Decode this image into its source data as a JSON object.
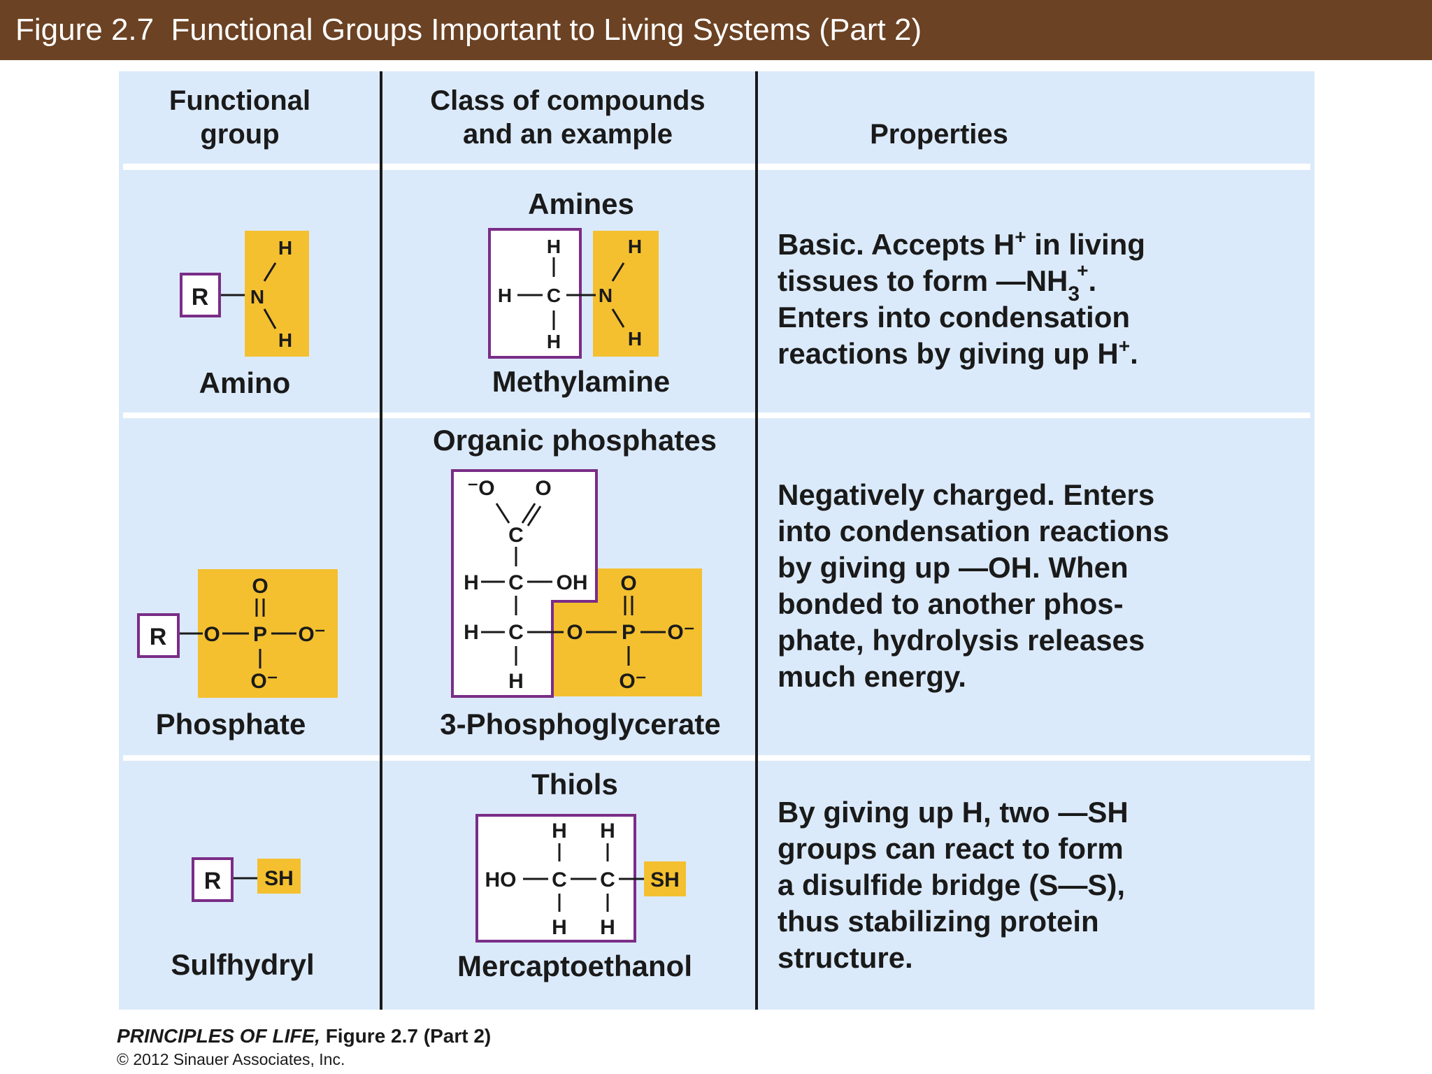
{
  "title": "Figure 2.7  Functional Groups Important to Living Systems (Part 2)",
  "headers": {
    "col1_line1": "Functional",
    "col1_line2": "group",
    "col2_line1": "Class of compounds",
    "col2_line2": "and an example",
    "col3": "Properties"
  },
  "rows": [
    {
      "group_name": "Amino",
      "class_name": "Amines",
      "example_name": "Methylamine",
      "properties": [
        "Basic. Accepts H",
        "tissues to form —NH",
        "Enters into condensation",
        "reactions by giving up H"
      ],
      "properties_marks": {
        "plus": "+",
        "sub3": "3",
        "in_living": " in living",
        "dot": "."
      }
    },
    {
      "group_name": "Phosphate",
      "class_name": "Organic phosphates",
      "example_name": "3-Phosphoglycerate",
      "properties": [
        "Negatively charged. Enters",
        "into condensation reactions",
        "by giving up —OH. When",
        "bonded to another phos-",
        "phate, hydrolysis releases",
        "much energy."
      ]
    },
    {
      "group_name": "Sulfhydryl",
      "class_name": "Thiols",
      "example_name": "Mercaptoethanol",
      "properties": [
        "By giving up H, two —SH",
        "groups can react to form",
        "a disulfide bridge (S—S),",
        "thus stabilizing protein",
        "structure."
      ]
    }
  ],
  "atoms": {
    "R": "R",
    "H": "H",
    "N": "N",
    "C": "C",
    "O": "O",
    "P": "P",
    "SH": "SH",
    "OH": "OH",
    "HO": "HO",
    "Ominus": "O⁻",
    "minusO": "⁻O"
  },
  "credit": {
    "book": "PRINCIPLES OF LIFE,",
    "figure": " Figure 2.7 (Part 2)",
    "copyright": "© 2012 Sinauer Associates, Inc."
  },
  "colors": {
    "title_bar": "#6b4223",
    "panel": "#dbeafa",
    "highlight": "#f4c030",
    "box_stroke": "#7a2d87",
    "text": "#1a1a1a"
  }
}
